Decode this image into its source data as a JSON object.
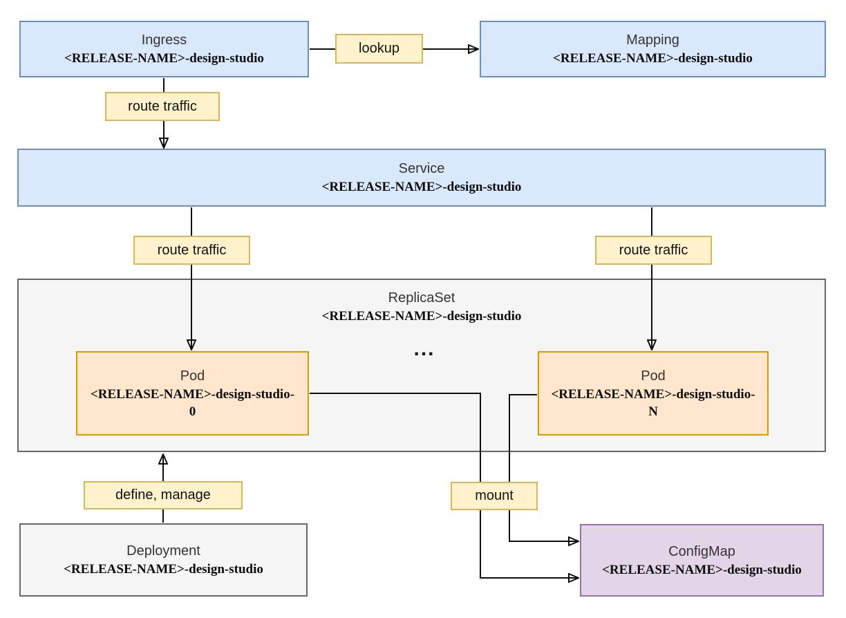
{
  "diagram": {
    "nodes": {
      "ingress": {
        "title": "Ingress",
        "subtitle": "<RELEASE-NAME>-design-studio"
      },
      "mapping": {
        "title": "Mapping",
        "subtitle": "<RELEASE-NAME>-design-studio"
      },
      "service": {
        "title": "Service",
        "subtitle": "<RELEASE-NAME>-design-studio"
      },
      "replicaset": {
        "title": "ReplicaSet",
        "subtitle": "<RELEASE-NAME>-design-studio"
      },
      "pod_0": {
        "title": "Pod",
        "subtitle": "<RELEASE-NAME>-design-studio-",
        "suffix": "0"
      },
      "pod_n": {
        "title": "Pod",
        "subtitle": "<RELEASE-NAME>-design-studio-",
        "suffix": "N"
      },
      "deployment": {
        "title": "Deployment",
        "subtitle": "<RELEASE-NAME>-design-studio"
      },
      "configmap": {
        "title": "ConfigMap",
        "subtitle": "<RELEASE-NAME>-design-studio"
      }
    },
    "edge_labels": {
      "lookup": "lookup",
      "route_traffic_ingress": "route traffic",
      "route_traffic_left": "route traffic",
      "route_traffic_right": "route traffic",
      "define_manage": "define, manage",
      "mount": "mount"
    },
    "ellipsis": "...",
    "colors": {
      "node_blue_fill": "#dae8fc",
      "node_blue_border": "#6c8ebf",
      "node_orange_fill": "#ffe6cc",
      "node_orange_border": "#d79b00",
      "node_gray_fill": "#f5f5f5",
      "node_gray_border": "#666666",
      "node_purple_fill": "#e1d5e7",
      "node_purple_border": "#9673a6",
      "label_fill": "#fff2cc",
      "label_border": "#d6b656",
      "edge_stroke": "#0d0d0d"
    }
  }
}
